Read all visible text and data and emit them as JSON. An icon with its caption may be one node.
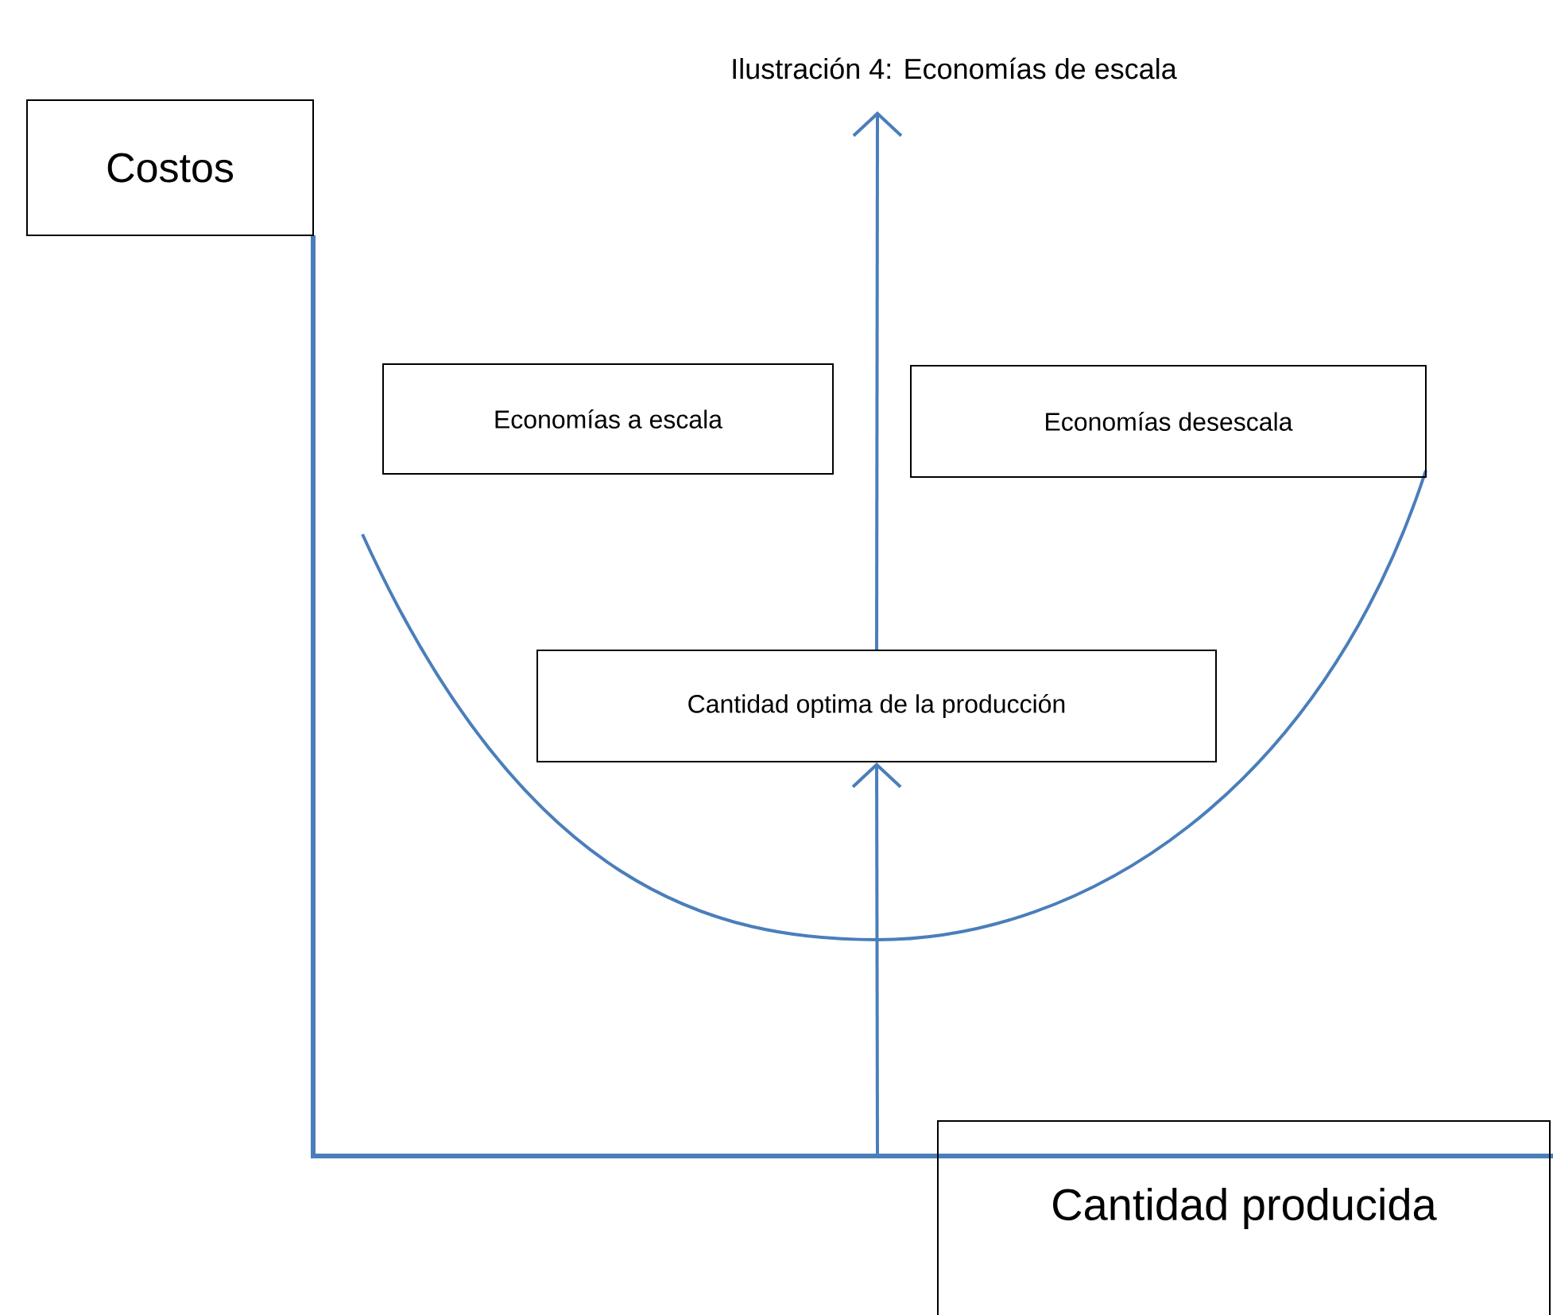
{
  "diagram": {
    "title": "Ilustración 4: Economías de escala",
    "nodes": [
      {
        "text": [
          "Costos"
        ]
      },
      {
        "text": [
          "Economías a escala"
        ]
      },
      {
        "text": [
          "Economías desescala"
        ]
      },
      {
        "text": [
          "Cantidad optima de la producción"
        ]
      },
      {
        "text": [
          "Cantidad producida"
        ]
      }
    ],
    "edges": [
      {
        "from": null,
        "to": 3,
        "arrow": "to"
      },
      {
        "from": 3,
        "to": null,
        "arrow": "to"
      }
    ]
  }
}
